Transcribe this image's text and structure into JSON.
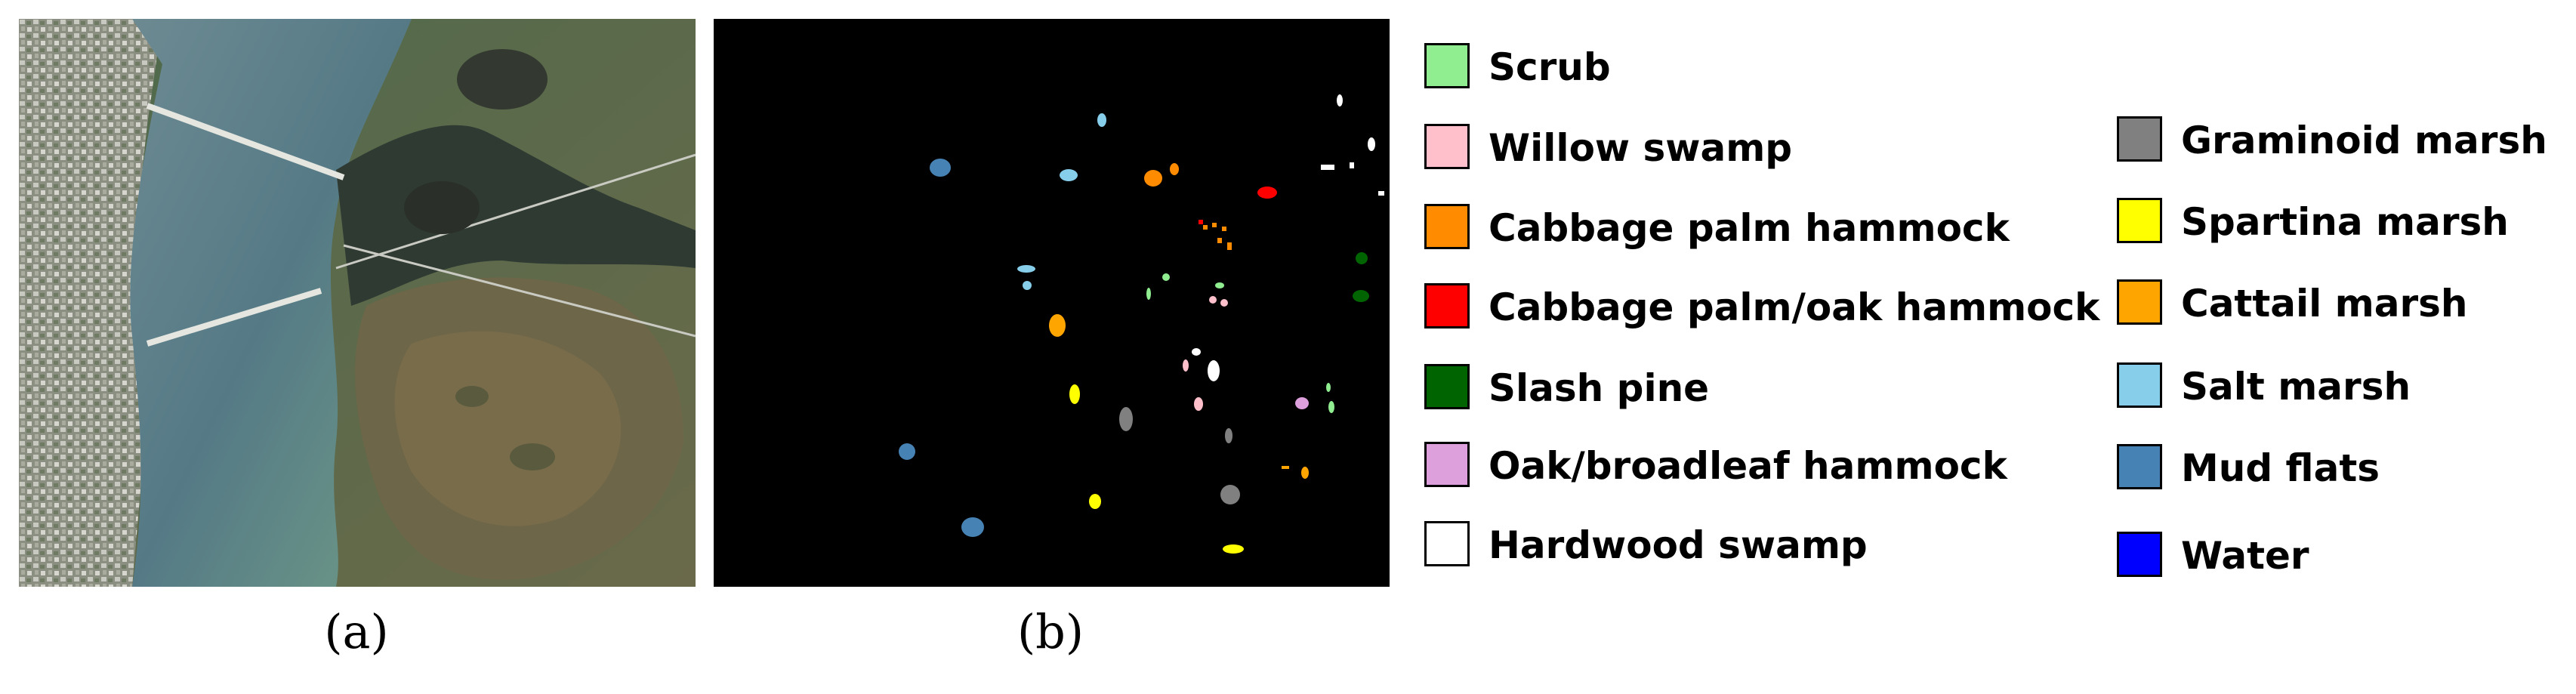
{
  "captions": {
    "a": "(a)",
    "b": "(b)"
  },
  "legend": {
    "left": [
      {
        "label": "Scrub",
        "color": "#90ee90"
      },
      {
        "label": "Willow swamp",
        "color": "#ffc0cb"
      },
      {
        "label": "Cabbage palm hammock",
        "color": "#ff8c00"
      },
      {
        "label": "Cabbage palm/oak hammock",
        "color": "#ff0000"
      },
      {
        "label": "Slash pine",
        "color": "#006400"
      },
      {
        "label": "Oak/broadleaf hammock",
        "color": "#dda0dd"
      },
      {
        "label": "Hardwood swamp",
        "color": "#ffffff"
      }
    ],
    "right": [
      {
        "label": "Graminoid marsh",
        "color": "#808080"
      },
      {
        "label": "Spartina marsh",
        "color": "#ffff00"
      },
      {
        "label": "Cattail marsh",
        "color": "#ffa500"
      },
      {
        "label": "Salt marsh",
        "color": "#87ceeb"
      },
      {
        "label": "Mud flats",
        "color": "#4682b4"
      },
      {
        "label": "Water",
        "color": "#0000ff"
      }
    ]
  }
}
